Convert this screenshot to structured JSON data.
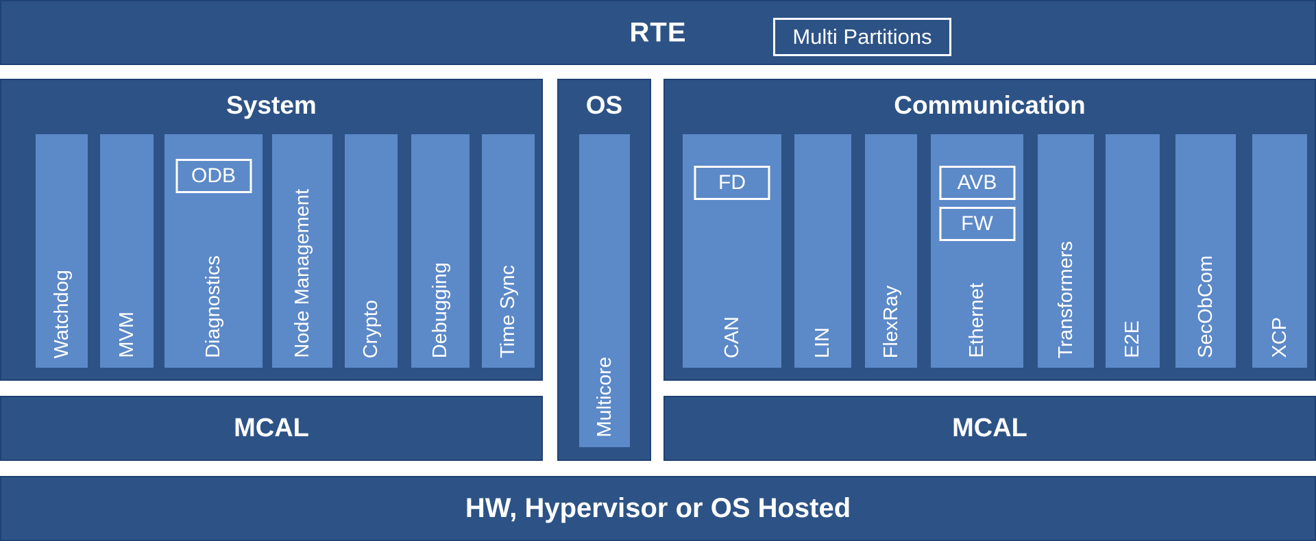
{
  "top_bar": {
    "title": "RTE",
    "badge": "Multi Partitions"
  },
  "system": {
    "title": "System",
    "mcal": "MCAL",
    "modules": [
      {
        "label": "Watchdog"
      },
      {
        "label": "MVM"
      },
      {
        "label": "Diagnostics",
        "badges": [
          "ODB"
        ]
      },
      {
        "label": "Node Management"
      },
      {
        "label": "Crypto"
      },
      {
        "label": "Debugging"
      },
      {
        "label": "Time Sync"
      }
    ]
  },
  "os": {
    "title": "OS",
    "modules": [
      {
        "label": "Multicore"
      }
    ]
  },
  "communication": {
    "title": "Communication",
    "mcal": "MCAL",
    "modules": [
      {
        "label": "CAN",
        "badges": [
          "FD"
        ]
      },
      {
        "label": "LIN"
      },
      {
        "label": "FlexRay"
      },
      {
        "label": "Ethernet",
        "badges": [
          "AVB",
          "FW"
        ]
      },
      {
        "label": "Transformers"
      },
      {
        "label": "E2E"
      },
      {
        "label": "SecObCom"
      },
      {
        "label": "XCP"
      }
    ]
  },
  "bottom_bar": {
    "label": "HW, Hypervisor or OS Hosted"
  },
  "colors": {
    "dark_blue": "#2d5386",
    "light_blue": "#5c89c8",
    "edge_blue": "#1f4173",
    "text_white": "#ffffff"
  }
}
